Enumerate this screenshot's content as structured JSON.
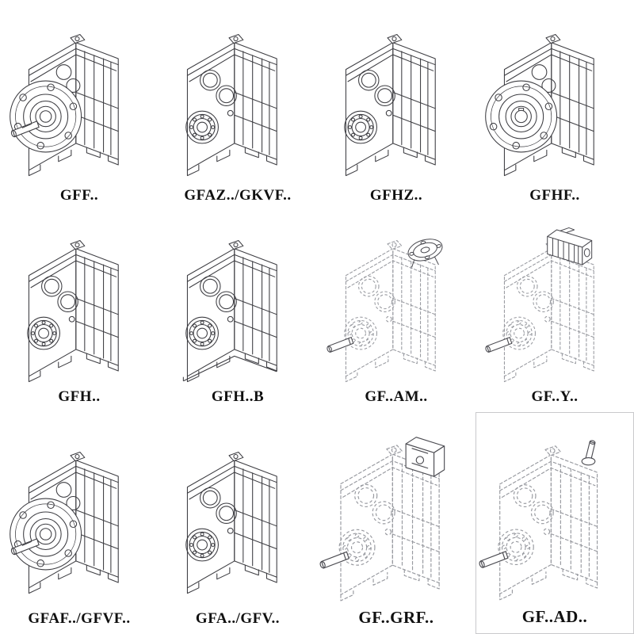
{
  "catalog": {
    "items": [
      {
        "label": "GFF..",
        "variant": "foot-flange-output-shaft"
      },
      {
        "label": "GFAZ../GKVF..",
        "variant": "shaft-mounted-bores"
      },
      {
        "label": "GFHZ..",
        "variant": "shaft-mounted-bores"
      },
      {
        "label": "GFHF..",
        "variant": "flange-hollow-shaft"
      },
      {
        "label": "GFH..",
        "variant": "hollow-shaft-bores"
      },
      {
        "label": "GFH..B",
        "variant": "hollow-shaft-foot-base"
      },
      {
        "label": "GF..AM..",
        "variant": "iec-adapter-flange"
      },
      {
        "label": "GF..Y..",
        "variant": "motor-mounted"
      },
      {
        "label": "GFAF../GFVF..",
        "variant": "flange-output-shaft"
      },
      {
        "label": "GFA../GFV..",
        "variant": "shaft-mounted-bores"
      },
      {
        "label": "GF..GRF..",
        "variant": "adapter-box-input"
      },
      {
        "label": "GF..AD..",
        "variant": "input-shaft-adapter"
      }
    ],
    "colors": {
      "line": "#3d3d42",
      "dashed_line": "#989aa0",
      "addon_line": "#4a4a50",
      "label_text": "#101010",
      "frame_border": "#c9c9cc",
      "background": "#ffffff"
    }
  }
}
